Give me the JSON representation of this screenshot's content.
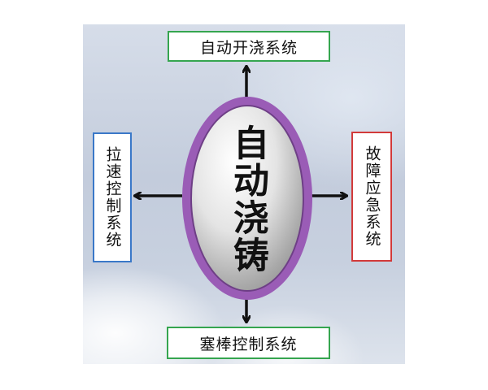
{
  "center": {
    "label": "自动浇铸"
  },
  "nodes": {
    "top": {
      "label": "自动开浇系统",
      "border_color": "#35a54f"
    },
    "bottom": {
      "label": "塞棒控制系统",
      "border_color": "#35a54f"
    },
    "left": {
      "label": "拉速控制系统",
      "border_color": "#3a78c8"
    },
    "right": {
      "label": "故障应急系统",
      "border_color": "#d23a3a"
    }
  },
  "colors": {
    "ellipse_ring": "#9a5cb6",
    "ellipse_fill_light": "#ffffff",
    "ellipse_fill_dark": "#8c8c8c",
    "arrow": "#111111",
    "background": "#c8d1e0"
  }
}
